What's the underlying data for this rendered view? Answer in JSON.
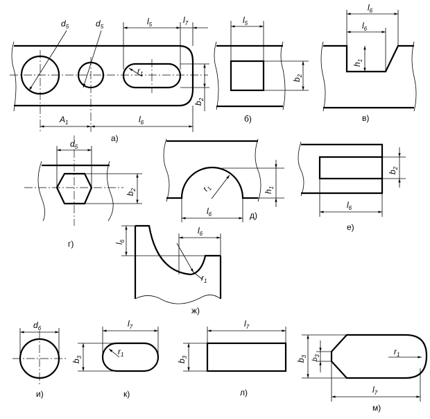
{
  "figures": {
    "a": {
      "caption": "а)",
      "d5_left": "d",
      "d5_left_sub": "5",
      "d5_right": "d",
      "d5_right_sub": "5",
      "l5": "l",
      "l5_sub": "5",
      "l7": "l",
      "l7_sub": "7",
      "r1": "r",
      "r1_sub": "1",
      "b2": "b",
      "b2_sub": "2",
      "A1": "A",
      "A1_sub": "1",
      "l6": "l",
      "l6_sub": "6"
    },
    "b": {
      "caption": "б)",
      "l5": "l",
      "l5_sub": "5",
      "b2": "b",
      "b2_sub": "2"
    },
    "v": {
      "caption": "в)",
      "l6_outer": "l",
      "l6_outer_sub": "6",
      "l6_inner": "l",
      "l6_inner_sub": "6",
      "h1": "h",
      "h1_sub": "1"
    },
    "g": {
      "caption": "г)",
      "d5": "d",
      "d5_sub": "5",
      "b2": "b",
      "b2_sub": "2"
    },
    "d": {
      "caption": "д)",
      "r1": "r",
      "r1_sub": "1",
      "h1": "h",
      "h1_sub": "1",
      "l6": "l",
      "l6_sub": "6"
    },
    "e": {
      "caption": "е)",
      "b2": "b",
      "b2_sub": "2",
      "l6": "l",
      "l6_sub": "6"
    },
    "zh": {
      "caption": "ж)",
      "l6_left": "l",
      "l6_left_sub": "6",
      "l6_top": "l",
      "l6_top_sub": "6",
      "r1": "r",
      "r1_sub": "1"
    },
    "i": {
      "caption": "и)",
      "d6": "d",
      "d6_sub": "6"
    },
    "k": {
      "caption": "к)",
      "l7": "l",
      "l7_sub": "7",
      "b3": "b",
      "b3_sub": "3",
      "r1": "r",
      "r1_sub": "1"
    },
    "l": {
      "caption": "л)",
      "l7": "l",
      "l7_sub": "7",
      "b3": "b",
      "b3_sub": "3"
    },
    "m": {
      "caption": "м)",
      "b3_outer": "b",
      "b3_outer_sub": "3",
      "b3_inner": "b",
      "b3_inner_sub": "3",
      "r1": "r",
      "r1_sub": "1",
      "l7": "l",
      "l7_sub": "7"
    }
  }
}
